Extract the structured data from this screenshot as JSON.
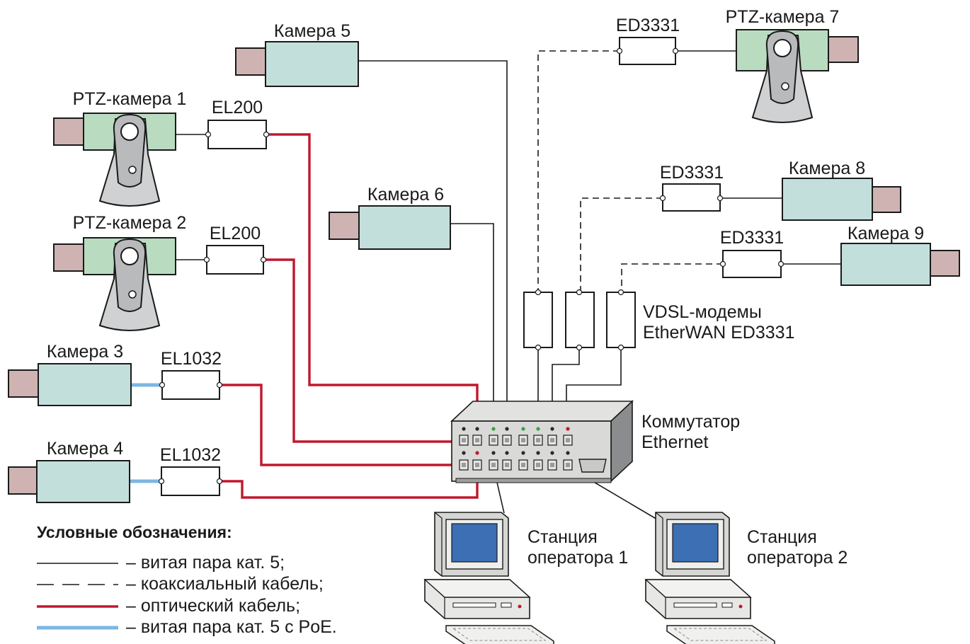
{
  "cameras": {
    "ptz1": "PTZ-камера 1",
    "ptz2": "PTZ-камера 2",
    "cam3": "Камера 3",
    "cam4": "Камера 4",
    "cam5": "Камера 5",
    "cam6": "Камера 6",
    "ptz7": "PTZ-камера 7",
    "cam8": "Камера 8",
    "cam9": "Камера 9"
  },
  "converters": {
    "el200_1": "EL200",
    "el200_2": "EL200",
    "el1032_3": "EL1032",
    "el1032_4": "EL1032",
    "ed3331_7": "ED3331",
    "ed3331_8": "ED3331",
    "ed3331_9": "ED3331"
  },
  "modems": {
    "line1": "VDSL-модемы",
    "line2": "EtherWAN ED3331"
  },
  "switch": {
    "line1": "Коммутатор",
    "line2": "Ethernet"
  },
  "stations": {
    "op1_line1": "Станция",
    "op1_line2": "оператора 1",
    "op2_line1": "Станция",
    "op2_line2": "оператора 2"
  },
  "legend": {
    "title": "Условные обозначения:",
    "items": [
      "– витая пара кат. 5;",
      "– коаксиальный кабель;",
      "– оптический кабель;",
      "– витая пара кат. 5 с PoE."
    ]
  },
  "colors": {
    "optical": "#c0182e",
    "poe": "#7db7e3",
    "camera_body": "#c3dfdc",
    "ptz_body": "#b9dcc1",
    "lens": "#cfb3b3"
  }
}
